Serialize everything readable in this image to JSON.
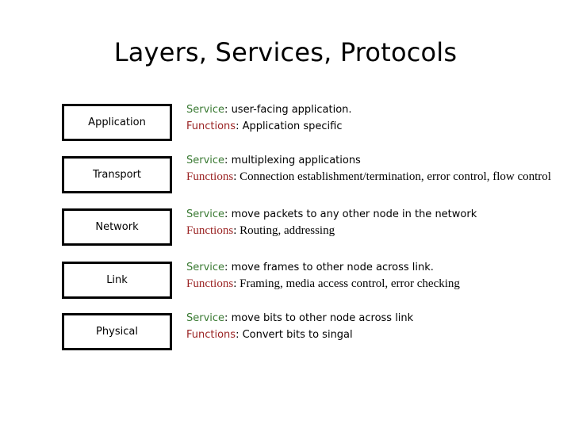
{
  "slide": {
    "title": "Layers, Services, Protocols",
    "background_color": "#ffffff"
  },
  "colors": {
    "service_label": "#3a7a33",
    "functions_label": "#9a2323",
    "box_border": "#000000",
    "body_text": "#000000"
  },
  "labels": {
    "service_tag": "Service",
    "functions_tag": "Functions",
    "separator": ": "
  },
  "layers": [
    {
      "name": "Application",
      "service": "user-facing application.",
      "functions": "Application specific"
    },
    {
      "name": "Transport",
      "service": "multiplexing applications",
      "functions": "Connection establishment/termination, error control, flow control"
    },
    {
      "name": "Network",
      "service": "move packets to any other node in the network",
      "functions": "Routing, addressing"
    },
    {
      "name": "Link",
      "service": "move frames to other node across link.",
      "functions": "Framing, media access control, error checking"
    },
    {
      "name": "Physical",
      "service": "move bits to other node across link",
      "functions": "Convert bits to singal"
    }
  ]
}
